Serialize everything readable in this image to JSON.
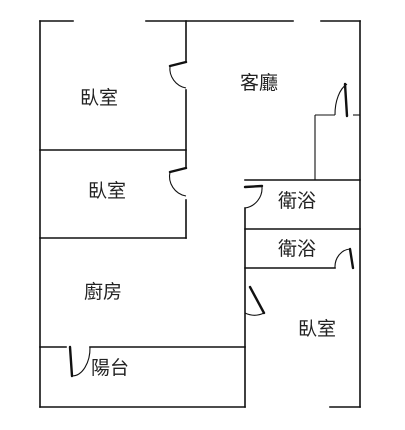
{
  "rooms": {
    "bedroom_top": "臥室",
    "living_room": "客廳",
    "bedroom_middle": "臥室",
    "bathroom_1": "衛浴",
    "bathroom_2": "衛浴",
    "kitchen": "廚房",
    "bedroom_bottom": "臥室",
    "balcony": "陽台"
  }
}
